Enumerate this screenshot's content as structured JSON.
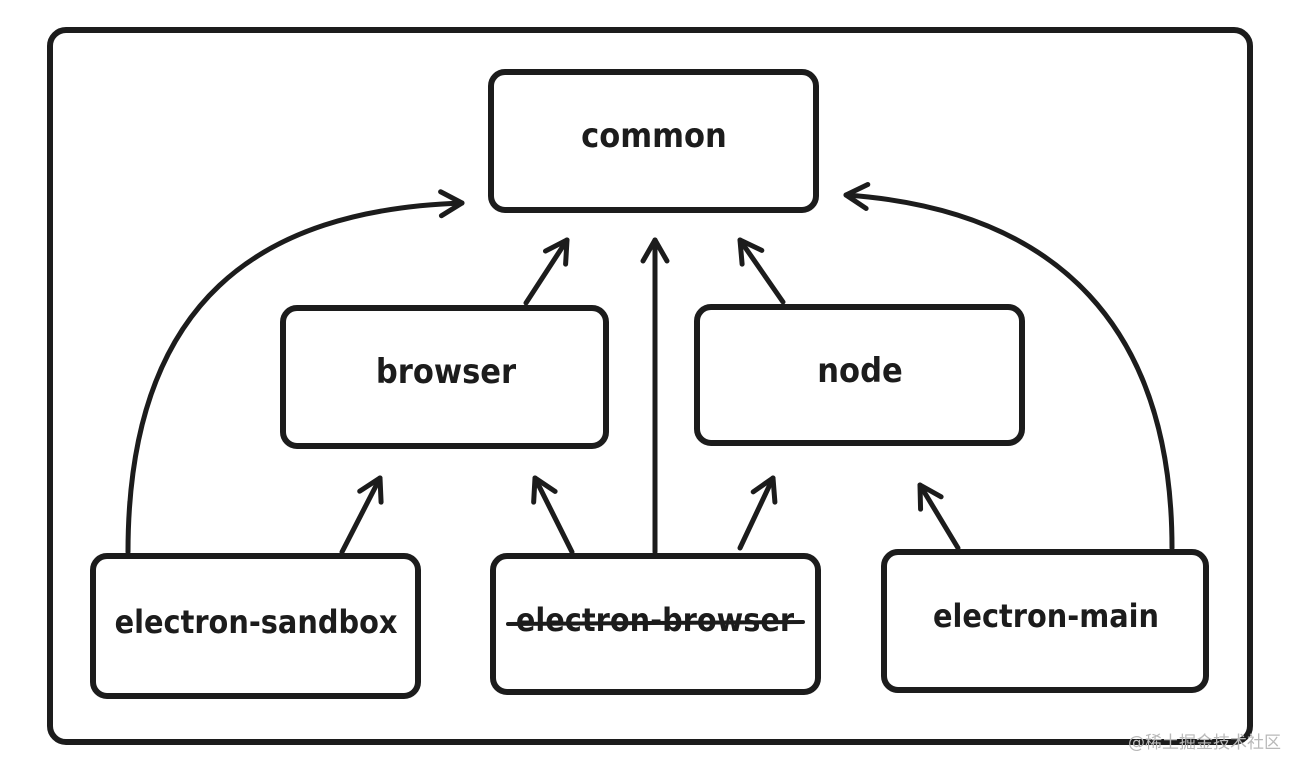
{
  "diagram": {
    "nodes": {
      "common": {
        "label": "common"
      },
      "browser": {
        "label": "browser"
      },
      "node": {
        "label": "node"
      },
      "electron_sandbox": {
        "label": "electron-sandbox"
      },
      "electron_browser": {
        "label": "electron-browser",
        "struck_through": true
      },
      "electron_main": {
        "label": "electron-main"
      }
    },
    "edges": [
      {
        "from": "browser",
        "to": "common"
      },
      {
        "from": "node",
        "to": "common"
      },
      {
        "from": "electron_sandbox",
        "to": "browser"
      },
      {
        "from": "electron_sandbox",
        "to": "common"
      },
      {
        "from": "electron_browser",
        "to": "browser"
      },
      {
        "from": "electron_browser",
        "to": "common"
      },
      {
        "from": "electron_browser",
        "to": "node"
      },
      {
        "from": "electron_main",
        "to": "node"
      },
      {
        "from": "electron_main",
        "to": "common"
      }
    ],
    "colors": {
      "stroke": "#1c1c1c",
      "background": "#ffffff",
      "watermark": "#b9b9b9"
    }
  },
  "watermark": {
    "text": "@稀土掘金技术社区"
  }
}
